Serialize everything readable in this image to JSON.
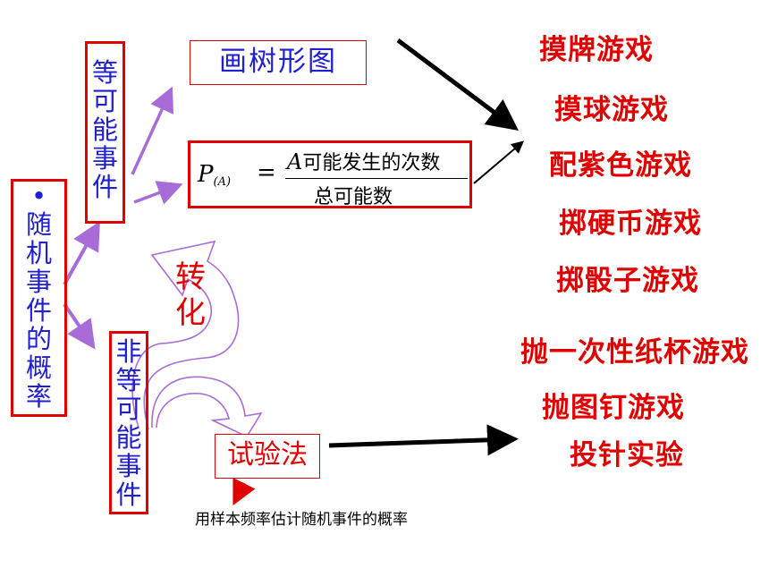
{
  "left": {
    "title_chars": [
      "•",
      "随",
      "机",
      "事",
      "件",
      "的",
      "概",
      "率"
    ]
  },
  "equal": {
    "chars": [
      "等",
      "可",
      "能",
      "事",
      "件"
    ]
  },
  "nonequal": {
    "chars": [
      "非",
      "等",
      "可",
      "能",
      "事",
      "件"
    ]
  },
  "tree_method": {
    "label": "画树形图"
  },
  "formula": {
    "lhs_main": "P",
    "lhs_sub": "(A)",
    "equals": "=",
    "numerator_var": "A",
    "numerator_text": "可能发生的次数",
    "denominator": "总可能数"
  },
  "conversion": {
    "chars": [
      "转",
      "化"
    ]
  },
  "experiment": {
    "label": "试验法"
  },
  "estimate_note": "用样本频率估计随机事件的概率",
  "games": [
    "摸牌游戏",
    "摸球游戏",
    "配紫色游戏",
    "掷硬币游戏",
    "掷骰子游戏",
    "抛一次性纸杯游戏",
    "抛图钉游戏",
    "投针实验"
  ],
  "colors": {
    "box_border": "#e00000",
    "blue_text": "#2020d0",
    "red_text": "#e00000",
    "purple_arrow": "#a86cd8"
  }
}
